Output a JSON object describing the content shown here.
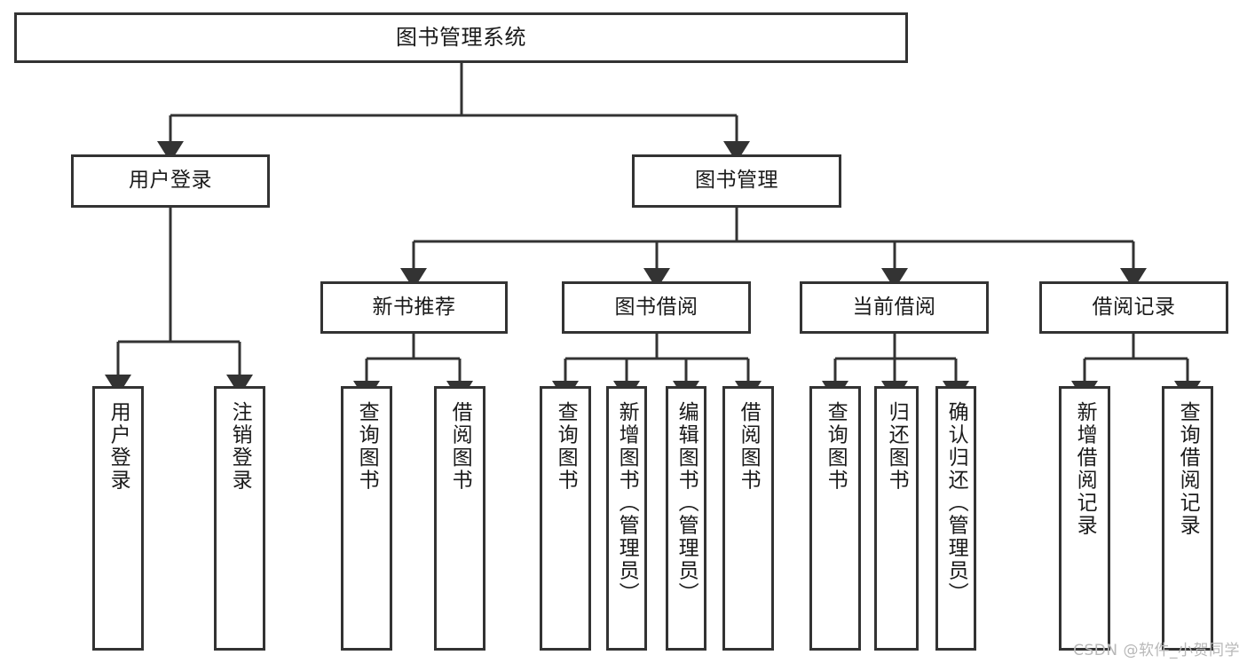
{
  "diagram": {
    "title": "图书管理系统",
    "type": "tree-hierarchy",
    "watermark": "CSDN @软件_小贺同学",
    "colors": {
      "border": "#333333",
      "background": "#ffffff",
      "edge": "#333333",
      "text": "#1a1a1a",
      "watermark": "#b8b8b8"
    }
  },
  "nodes": {
    "root": {
      "label": "图书管理系统"
    },
    "level2": [
      {
        "id": "user-login",
        "label": "用户登录"
      },
      {
        "id": "book-manage",
        "label": "图书管理"
      }
    ],
    "level3": [
      {
        "id": "new-book-recommend",
        "label": "新书推荐"
      },
      {
        "id": "book-borrow",
        "label": "图书借阅"
      },
      {
        "id": "current-borrow",
        "label": "当前借阅"
      },
      {
        "id": "borrow-record",
        "label": "借阅记录"
      }
    ],
    "leaves": {
      "user_login": [
        {
          "id": "leaf-user-login",
          "label": "用户登录"
        },
        {
          "id": "leaf-logout",
          "label": "注销登录"
        }
      ],
      "new_book_recommend": [
        {
          "id": "leaf-query-book-1",
          "label": "查询图书"
        },
        {
          "id": "leaf-borrow-book-1",
          "label": "借阅图书"
        }
      ],
      "book_borrow": [
        {
          "id": "leaf-query-book-2",
          "label": "查询图书"
        },
        {
          "id": "leaf-add-book",
          "label": "新增图书（管理员）"
        },
        {
          "id": "leaf-edit-book",
          "label": "编辑图书（管理员）"
        },
        {
          "id": "leaf-borrow-book-2",
          "label": "借阅图书"
        }
      ],
      "current_borrow": [
        {
          "id": "leaf-query-book-3",
          "label": "查询图书"
        },
        {
          "id": "leaf-return-book",
          "label": "归还图书"
        },
        {
          "id": "leaf-confirm-return",
          "label": "确认归还（管理员）"
        }
      ],
      "borrow_record": [
        {
          "id": "leaf-add-record",
          "label": "新增借阅记录"
        },
        {
          "id": "leaf-query-record",
          "label": "查询借阅记录"
        }
      ]
    }
  }
}
